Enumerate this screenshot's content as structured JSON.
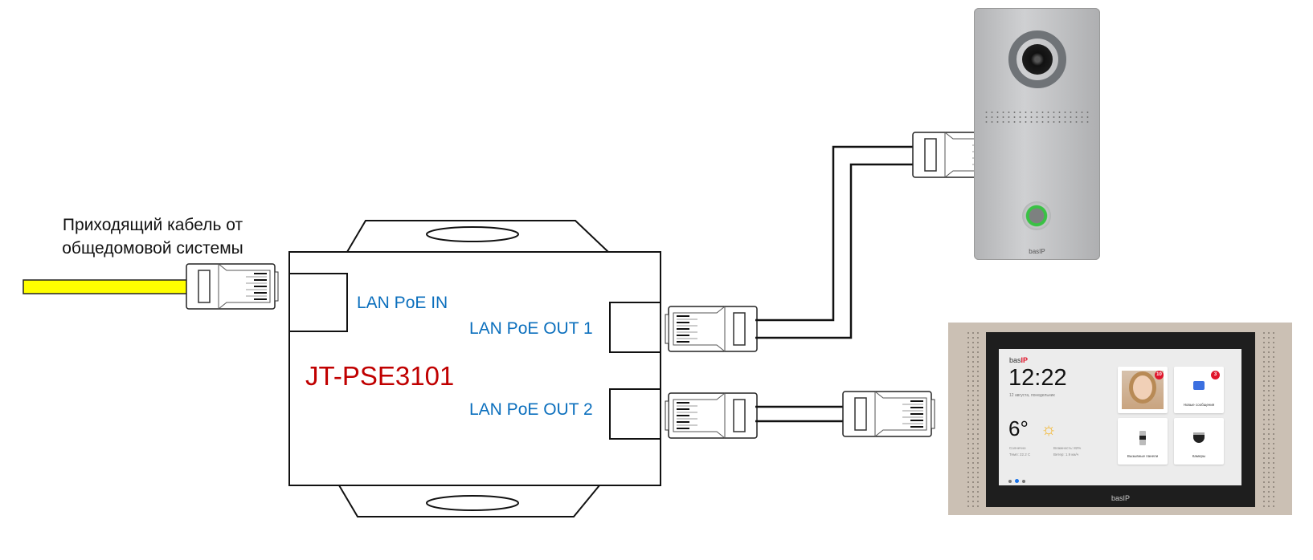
{
  "diagram": {
    "incoming_cable_label_line1": "Приходящий кабель от",
    "incoming_cable_label_line2": "общедомовой системы",
    "cable_color": "#ffff00",
    "device": {
      "model": "JT-PSE3101",
      "model_color": "#c00000",
      "port_label_color": "#0b6fbd",
      "ports": [
        {
          "label": "LAN PoE IN"
        },
        {
          "label": "LAN PoE OUT 1"
        },
        {
          "label": "LAN PoE OUT 2"
        }
      ]
    },
    "door_panel": {
      "brand": "basIP"
    },
    "monitor": {
      "brand": "basIP",
      "screen": {
        "logo_prefix": "bas",
        "logo_suffix": "IP",
        "time": "12:22",
        "date": "12 августа, понедельник",
        "temperature": "6°",
        "weather_icon": "sun-icon",
        "condition": "Солнечно",
        "temp_detail": "Темп: 22.2 C",
        "humidity": "Влажность: 82%",
        "wind": "Ветер: 1.9 км/ч",
        "tiles": [
          {
            "label": "",
            "badge": "10",
            "icon": "person-photo"
          },
          {
            "label": "Новые сообщения",
            "badge": "3",
            "icon": "message-icon"
          },
          {
            "label": "Вызывные панели",
            "badge": "",
            "icon": "door-panel-icon"
          },
          {
            "label": "Камеры",
            "badge": "",
            "icon": "camera-icon"
          }
        ],
        "page_count": 3,
        "active_page": 2
      }
    }
  }
}
